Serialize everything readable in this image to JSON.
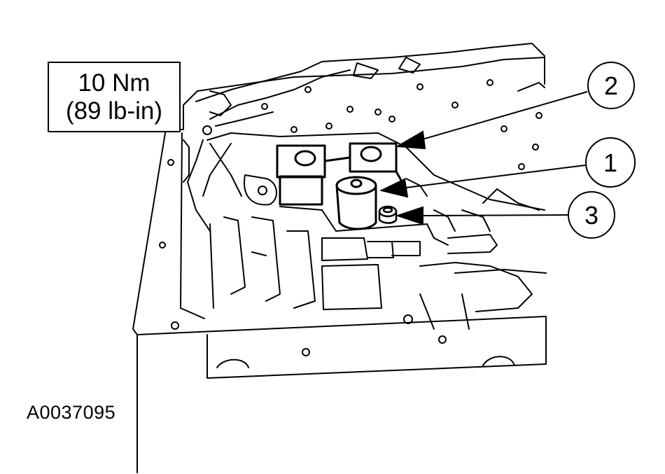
{
  "torque_spec": {
    "metric": "10 Nm",
    "imperial": "(89 lb-in)"
  },
  "callouts": [
    {
      "number": "2"
    },
    {
      "number": "1"
    },
    {
      "number": "3"
    }
  ],
  "figure_id": "A0037095"
}
